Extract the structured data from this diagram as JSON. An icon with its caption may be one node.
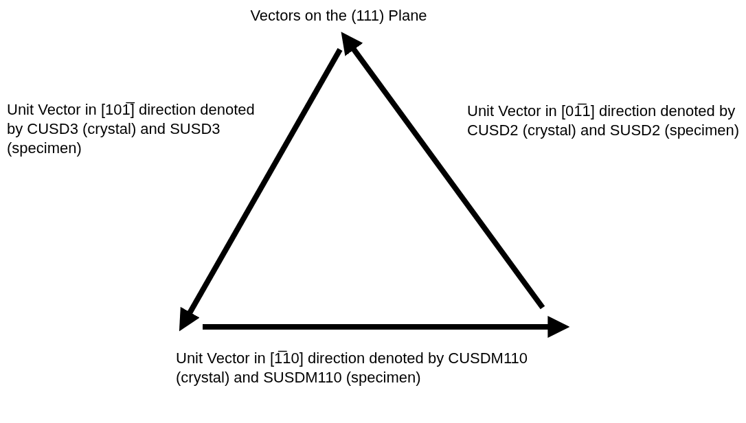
{
  "diagram": {
    "title": "Vectors on the (111) Plane",
    "labels": [
      "Unit Vector in [101̅] direction denoted by CUSD3 (crystal) and SUSD3 (specimen)",
      "Unit Vector in [01̅1] direction denoted by CUSD2 (crystal) and SUSD2 (specimen)",
      "Unit Vector in [1̅10] direction denoted by CUSDM110 (crystal) and SUSDM110 (specimen)"
    ]
  }
}
